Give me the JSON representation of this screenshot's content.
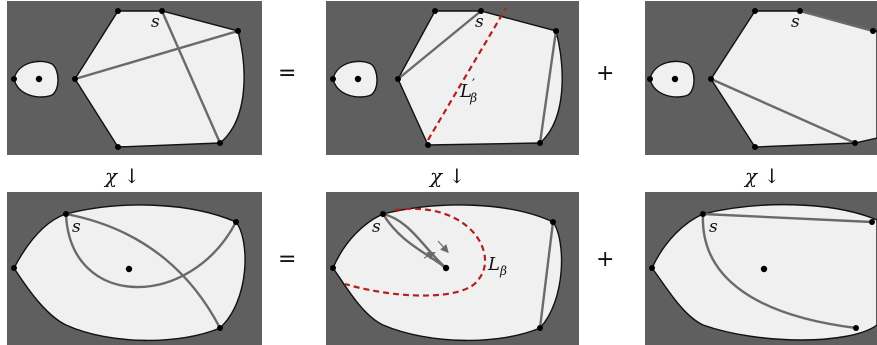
{
  "colors": {
    "panel_bg": "#5f5f5f",
    "surface": "#f0f0f0",
    "boundary": "#111111",
    "arc": "#6a6a6a",
    "red_dashed": "#b51e1e",
    "point": "#000000"
  },
  "operators": {
    "equals_top": "=",
    "plus_top": "+",
    "equals_bottom": "=",
    "plus_bottom": "+"
  },
  "maps": {
    "left": "χ ↓",
    "middle": "χ ↓",
    "right": "χ ↓"
  },
  "labels": {
    "top_left_s": "s",
    "top_mid_s": "s",
    "top_right_s": "s",
    "top_mid_L": "L",
    "top_mid_L_prime": "′",
    "top_mid_L_sub": "β",
    "bottom_left_s": "s",
    "bottom_mid_s": "s",
    "bottom_right_s": "s",
    "bottom_mid_L": "L",
    "bottom_mid_L_sub": "β"
  }
}
